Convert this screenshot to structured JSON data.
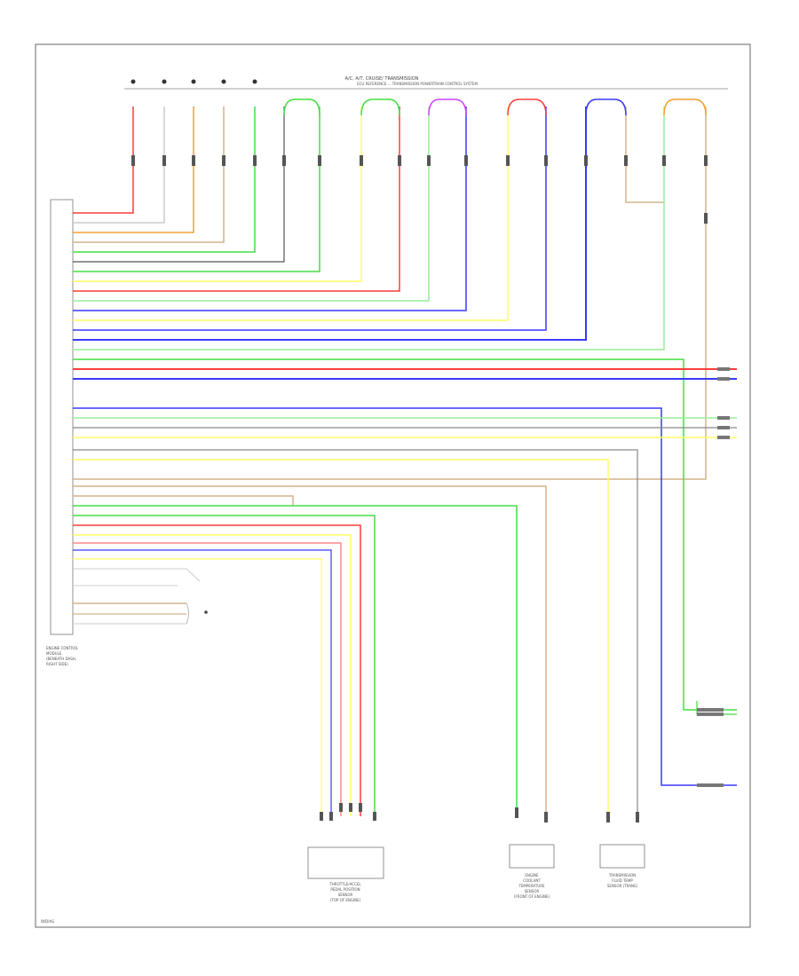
{
  "header": {
    "line1": "A/C, A/T, CRUISE/ TRANSMISSION",
    "line2": "ECU REFERENCE ... TRANSMISSION POWERTRAIN CONTROL SYSTEM"
  },
  "ecm": {
    "label_lines": [
      "ENGINE CONTROL",
      "MODULE",
      "(BENEATH DASH,",
      "RIGHT SIDE)"
    ]
  },
  "bottom_components": {
    "tcm": [
      "THROTTLE/ACCEL",
      "PEDAL POSITION",
      "SENSOR",
      "(TOP OF ENGINE)"
    ],
    "ect": [
      "ENGINE",
      "COOLANT",
      "TEMPERATURE",
      "SENSOR",
      "(FRONT OF ENGINE)"
    ],
    "trans": [
      "TRANSMISSION",
      "FLUID TEMP",
      "SENSOR (TRANS)"
    ]
  },
  "wire_colors": {
    "red": "#ff3b3b",
    "orange": "#f0a030",
    "tan": "#d2b48c",
    "green": "#44dd44",
    "blue": "#3838ff",
    "violet": "#cc44ff",
    "yellow": "#ffff66",
    "lightgreen": "#99ee99",
    "gray": "#999999",
    "black": "#333333",
    "white": "#dddddd",
    "pink": "#ff88cc",
    "brown": "#b08040"
  },
  "footer": {
    "code": "W/DIAG"
  }
}
